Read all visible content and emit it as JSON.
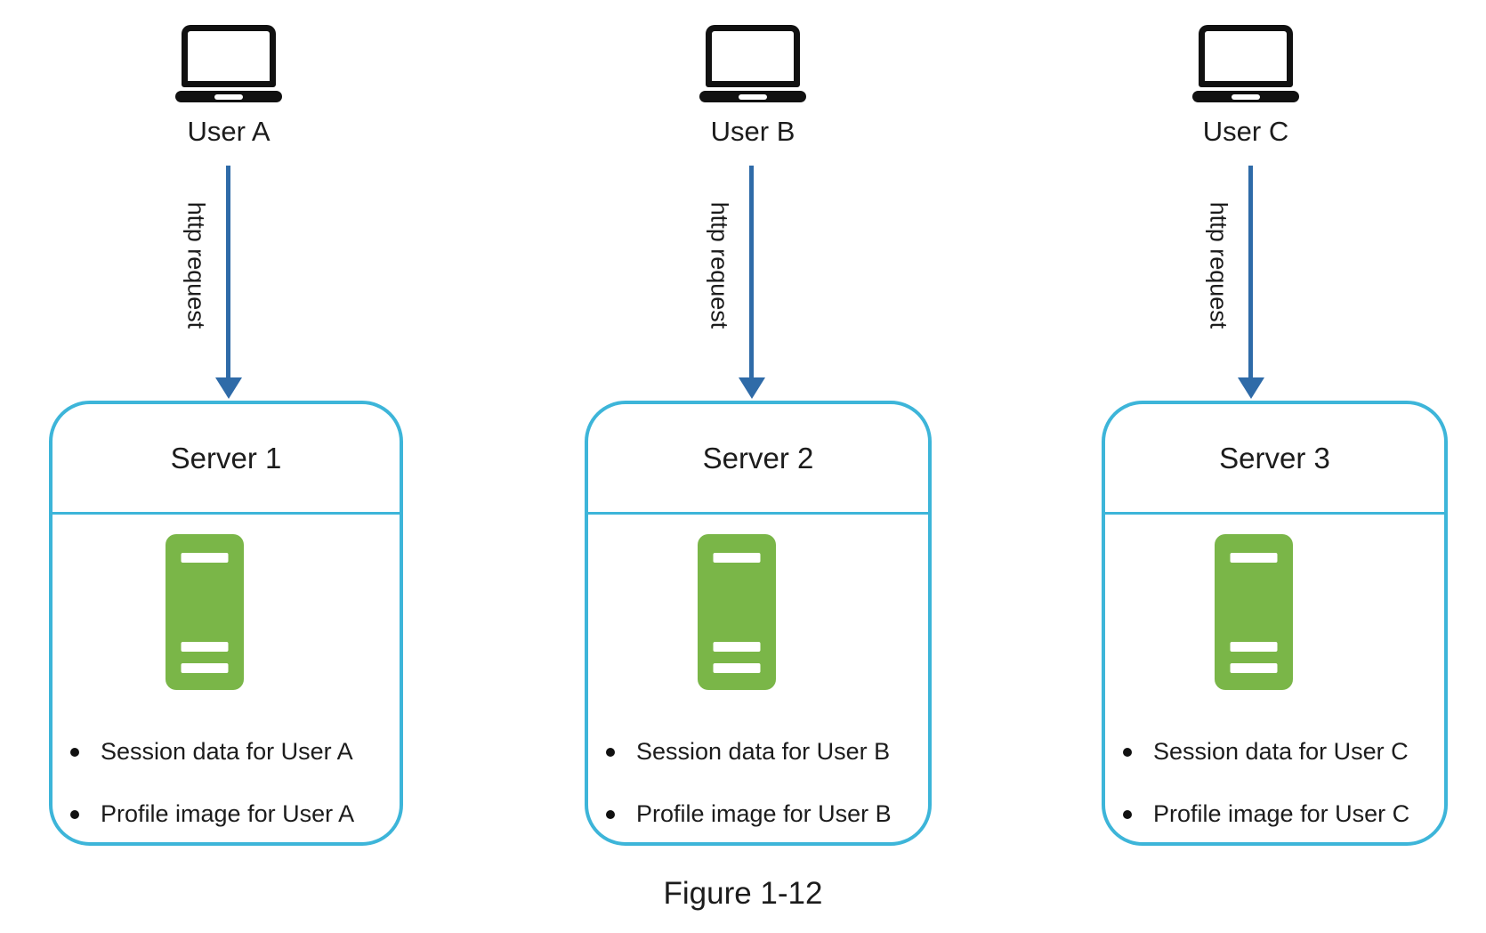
{
  "figure_caption": "Figure 1-12",
  "colors": {
    "box_border": "#3db5d9",
    "arrow": "#2f6ba8",
    "server_icon_green": "#7ab648",
    "text": "#1c1c1c"
  },
  "columns": [
    {
      "user_label": "User A",
      "arrow_label": "http request",
      "server_title": "Server 1",
      "items": [
        "Session data for User A",
        "Profile image for User A"
      ]
    },
    {
      "user_label": "User B",
      "arrow_label": "http request",
      "server_title": "Server 2",
      "items": [
        "Session data for User B",
        "Profile image for User B"
      ]
    },
    {
      "user_label": "User C",
      "arrow_label": "http request",
      "server_title": "Server 3",
      "items": [
        "Session data for User C",
        "Profile image for User C"
      ]
    }
  ]
}
